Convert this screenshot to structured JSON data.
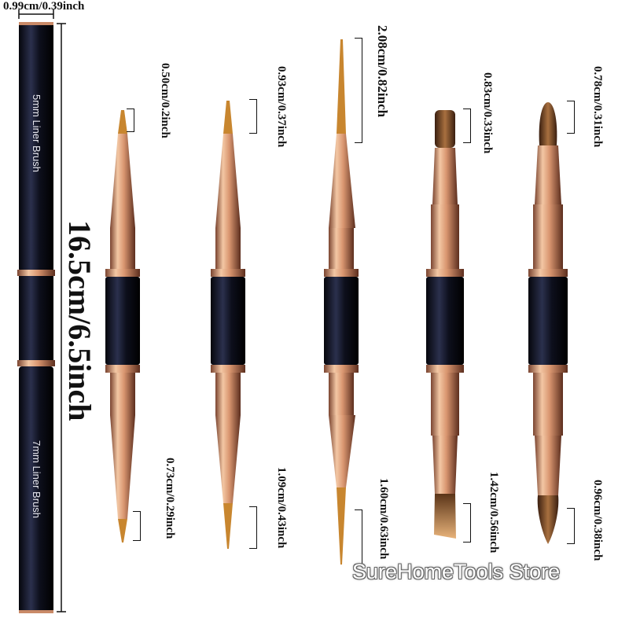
{
  "dimensions": {
    "diameter": "0.99cm/0.39inch",
    "total_length": "16.5cm/6.5inch"
  },
  "handle_captions": {
    "top": "5mm Liner Brush",
    "bottom": "7mm Liner Brush"
  },
  "brushes": [
    {
      "top_tip": "0.50cm/0.2inch",
      "bottom_tip": "0.73cm/0.29inch"
    },
    {
      "top_tip": "0.93cm/0.37inch",
      "bottom_tip": "1.09cm/0.43inch"
    },
    {
      "top_tip": "2.08cm/0.82inch",
      "bottom_tip": "1.60cm/0.63inch"
    },
    {
      "top_tip": "0.83cm/0.33inch",
      "bottom_tip": "1.42cm/0.56inch"
    },
    {
      "top_tip": "0.78cm/0.31inch",
      "bottom_tip": "0.96cm/0.38inch"
    }
  ],
  "watermark": "SureHomeTools Store",
  "colors": {
    "handle": "#161a33",
    "ferrule": "#c98a68",
    "bristle": "#7a4a2a",
    "text": "#111111"
  }
}
